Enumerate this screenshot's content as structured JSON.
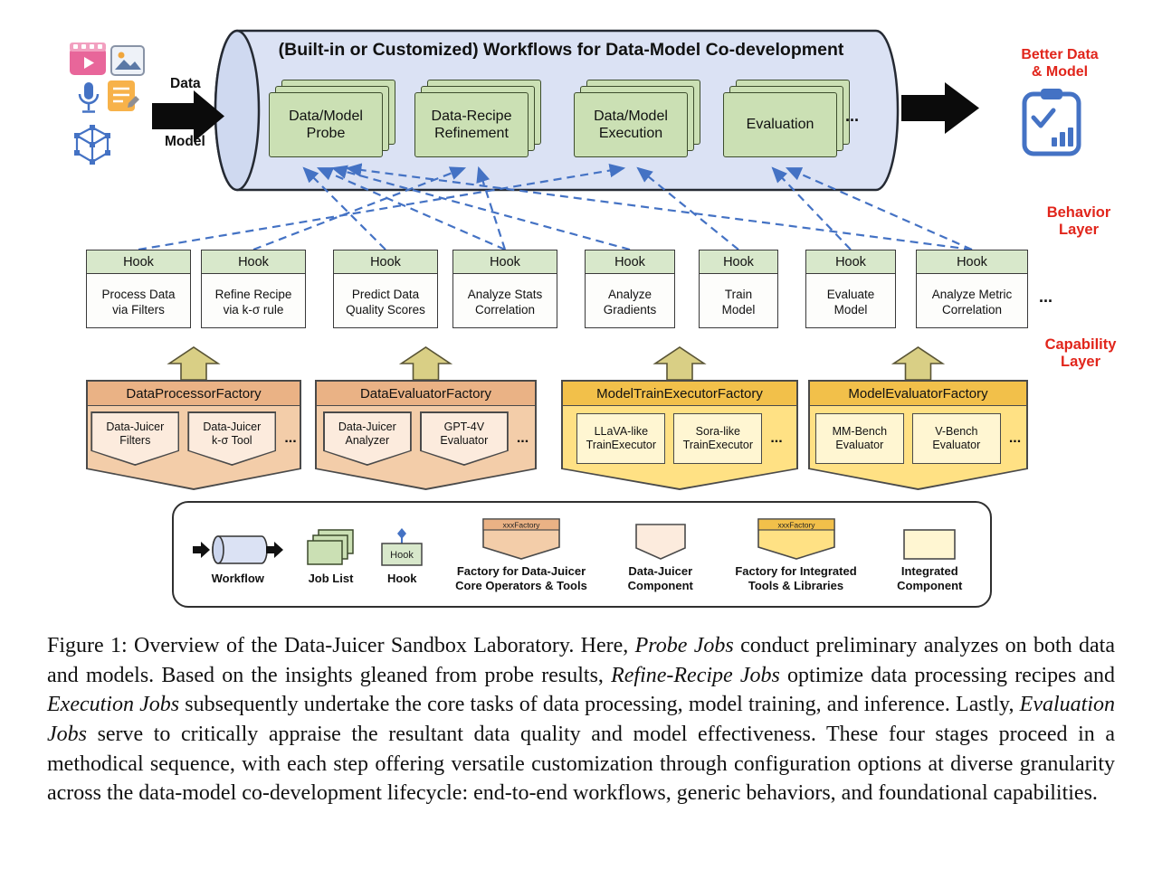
{
  "figure": {
    "cylinder": {
      "title": "(Built-in or Customized) Workflows for Data-Model Co-development",
      "jobs": [
        "Data/Model\nProbe",
        "Data-Recipe\nRefinement",
        "Data/Model\nExecution",
        "Evaluation"
      ],
      "ellipsis": "..."
    },
    "io": {
      "data_label": "Data",
      "model_label": "Model",
      "output_label": "Better Data\n& Model",
      "input_icons": [
        "video-icon",
        "image-icon",
        "microphone-icon",
        "note-icon",
        "model-cube-icon"
      ],
      "output_icon": "checklist-clipboard-icon"
    },
    "layer_labels": {
      "behavior": "Behavior\nLayer",
      "capability": "Capability\nLayer"
    },
    "hooks": [
      {
        "title": "Hook",
        "body": "Process Data\nvia Filters"
      },
      {
        "title": "Hook",
        "body": "Refine Recipe\nvia k-σ rule"
      },
      {
        "title": "Hook",
        "body": "Predict Data\nQuality Scores"
      },
      {
        "title": "Hook",
        "body": "Analyze Stats\nCorrelation"
      },
      {
        "title": "Hook",
        "body": "Analyze\nGradients"
      },
      {
        "title": "Hook",
        "body": "Train\nModel"
      },
      {
        "title": "Hook",
        "body": "Evaluate\nModel"
      },
      {
        "title": "Hook",
        "body": "Analyze Metric\nCorrelation"
      }
    ],
    "hooks_ellipsis": "...",
    "connections": [
      {
        "hook": 0,
        "job": 2
      },
      {
        "hook": 1,
        "job": 1
      },
      {
        "hook": 2,
        "job": 0
      },
      {
        "hook": 3,
        "job": 0
      },
      {
        "hook": 3,
        "job": 1
      },
      {
        "hook": 4,
        "job": 0
      },
      {
        "hook": 5,
        "job": 2
      },
      {
        "hook": 6,
        "job": 3
      },
      {
        "hook": 7,
        "job": 3
      },
      {
        "hook": 7,
        "job": 0
      }
    ],
    "factories": [
      {
        "name": "DataProcessorFactory",
        "type": "dj",
        "components": [
          "Data-Juicer\nFilters",
          "Data-Juicer\nk-σ Tool"
        ],
        "ellipsis": "..."
      },
      {
        "name": "DataEvaluatorFactory",
        "type": "dj",
        "components": [
          "Data-Juicer\nAnalyzer",
          "GPT-4V\nEvaluator"
        ],
        "ellipsis": "..."
      },
      {
        "name": "ModelTrainExecutorFactory",
        "type": "int",
        "components": [
          "LLaVA-like\nTrainExecutor",
          "Sora-like\nTrainExecutor"
        ],
        "ellipsis": "..."
      },
      {
        "name": "ModelEvaluatorFactory",
        "type": "int",
        "components": [
          "MM-Bench\nEvaluator",
          "V-Bench\nEvaluator"
        ],
        "ellipsis": "..."
      }
    ],
    "legend": [
      {
        "glyph": "workflow",
        "label": "Workflow"
      },
      {
        "glyph": "joblist",
        "label": "Job List"
      },
      {
        "glyph": "hook",
        "label": "Hook",
        "glyph_text": "Hook"
      },
      {
        "glyph": "factory-dj",
        "label": "Factory for Data-Juicer\nCore Operators & Tools",
        "glyph_text": "xxxFactory"
      },
      {
        "glyph": "component-dj",
        "label": "Data-Juicer\nComponent"
      },
      {
        "glyph": "factory-int",
        "label": "Factory for Integrated\nTools & Libraries",
        "glyph_text": "xxxFactory"
      },
      {
        "glyph": "component-int",
        "label": "Integrated\nComponent"
      }
    ]
  },
  "caption": {
    "segments": [
      {
        "text": "Figure 1: Overview of the Data-Juicer Sandbox Laboratory. Here, ",
        "italic": false
      },
      {
        "text": "Probe Jobs",
        "italic": true
      },
      {
        "text": " conduct preliminary analyzes on both data and models. Based on the insights gleaned from probe results, ",
        "italic": false
      },
      {
        "text": "Refine-Recipe Jobs",
        "italic": true
      },
      {
        "text": " optimize data processing recipes and ",
        "italic": false
      },
      {
        "text": "Execution Jobs",
        "italic": true
      },
      {
        "text": " subsequently undertake the core tasks of data processing, model training, and inference. Lastly, ",
        "italic": false
      },
      {
        "text": "Evaluation Jobs",
        "italic": true
      },
      {
        "text": " serve to critically appraise the resultant data quality and model effectiveness. These four stages proceed in a methodical sequence, with each step offering versatile customization through configuration options at diverse granularity across the data-model co-development lifecycle: end-to-end workflows, generic behaviors, and foundational capabilities.",
        "italic": false
      }
    ]
  },
  "colors": {
    "cylinder_fill": "#dbe2f4",
    "job_card": "#cbe0b4",
    "hook_header": "#d8e8cb",
    "connector_blue": "#4472c4",
    "dj_factory_header": "#eab285",
    "dj_factory_body": "#f3cda9",
    "dj_component": "#fcebdd",
    "int_factory_header": "#f2c04a",
    "int_factory_body": "#ffe184",
    "int_component": "#fff6d2",
    "arrow_khaki": "#d9cf85",
    "accent_red": "#e1251b"
  }
}
